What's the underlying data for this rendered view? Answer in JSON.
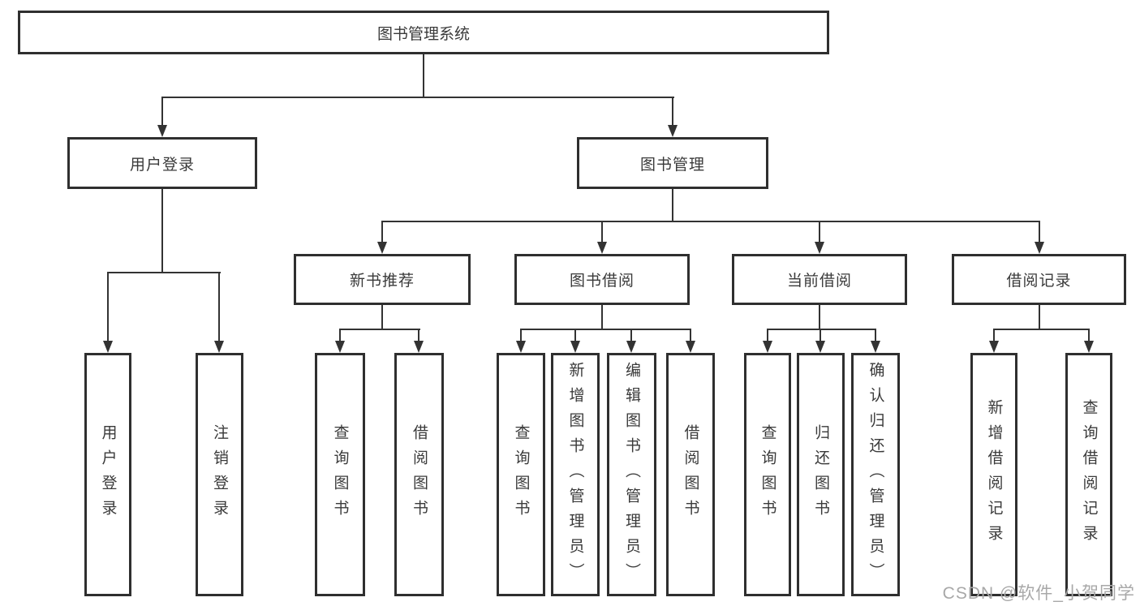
{
  "diagram": {
    "root": {
      "label": "图书管理系统"
    },
    "level2": [
      {
        "label": "用户登录"
      },
      {
        "label": "图书管理"
      }
    ],
    "level3": [
      {
        "label": "新书推荐"
      },
      {
        "label": "图书借阅"
      },
      {
        "label": "当前借阅"
      },
      {
        "label": "借阅记录"
      }
    ],
    "leaves": [
      {
        "label": "用户登录"
      },
      {
        "label": "注销登录"
      },
      {
        "label": "查询图书"
      },
      {
        "label": "借阅图书"
      },
      {
        "label": "查询图书"
      },
      {
        "label": "新增图书（管理员）"
      },
      {
        "label": "编辑图书（管理员）"
      },
      {
        "label": "借阅图书"
      },
      {
        "label": "查询图书"
      },
      {
        "label": "归还图书"
      },
      {
        "label": "确认归还（管理员）"
      },
      {
        "label": "新增借阅记录"
      },
      {
        "label": "查询借阅记录"
      }
    ]
  },
  "watermark": {
    "text": "CSDN @软件_小贺同学"
  },
  "colors": {
    "line": "#333333",
    "border": "#2f2f2f",
    "text": "#3a3a3a",
    "watermark": "#a8a8a8",
    "background": "#ffffff"
  }
}
